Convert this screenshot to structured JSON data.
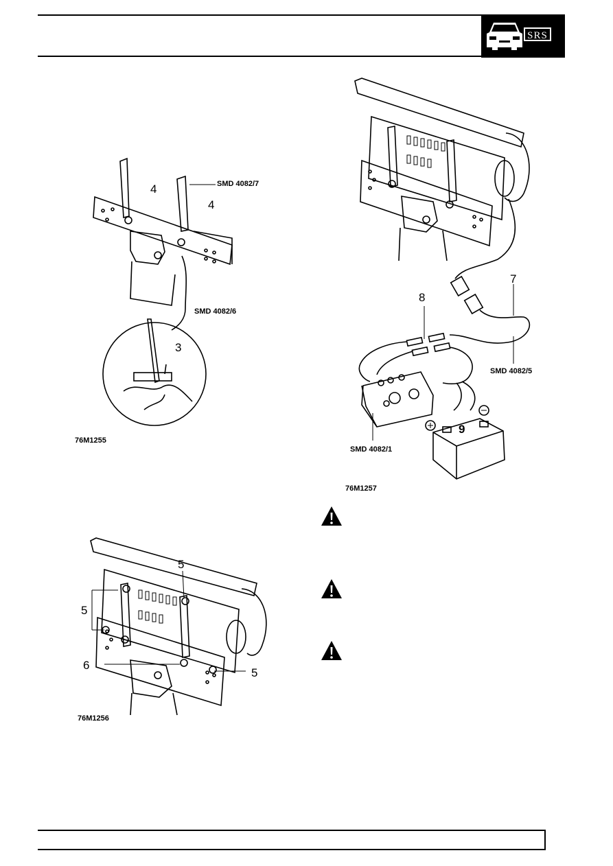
{
  "header": {
    "badge_text": "SRS",
    "badge_icon": "car-front-icon"
  },
  "figure_1": {
    "caption": "76M1255",
    "tool_top": "SMD 4082/7",
    "tool_bottom": "SMD 4082/6",
    "callout_a": "4",
    "callout_b": "4",
    "callout_c": "3"
  },
  "figure_2": {
    "caption": "76M1256",
    "callout_5a": "5",
    "callout_5b": "5",
    "callout_5c": "5",
    "callout_6": "6"
  },
  "figure_3": {
    "caption": "76M1257",
    "callout_7": "7",
    "callout_8": "8",
    "callout_9": "9",
    "tool_lead": "SMD 4082/5",
    "tool_unit": "SMD 4082/1",
    "plus": "+",
    "minus": "−"
  },
  "warnings": [
    {
      "icon": "warning-triangle-icon"
    },
    {
      "icon": "warning-triangle-icon"
    },
    {
      "icon": "warning-triangle-icon"
    }
  ],
  "colors": {
    "ink": "#000000",
    "paper": "#ffffff"
  }
}
